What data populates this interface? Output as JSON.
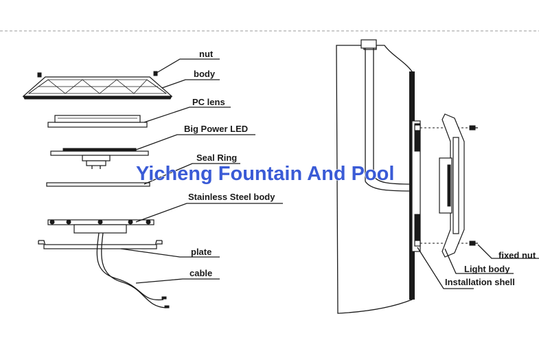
{
  "watermark": "Yicheng Fountain And Pool",
  "exploded_view": {
    "labels": {
      "nut": "nut",
      "body": "body",
      "pc_lens": "PC lens",
      "big_power_led": "Big Power LED",
      "seal_ring": "Seal Ring",
      "stainless_steel_body": "Stainless Steel body",
      "plate": "plate",
      "cable": "cable"
    }
  },
  "installation_view": {
    "labels": {
      "fixed_nut": "fixed nut",
      "light_body": "Light body",
      "installation_shell": "Installation shell"
    }
  }
}
